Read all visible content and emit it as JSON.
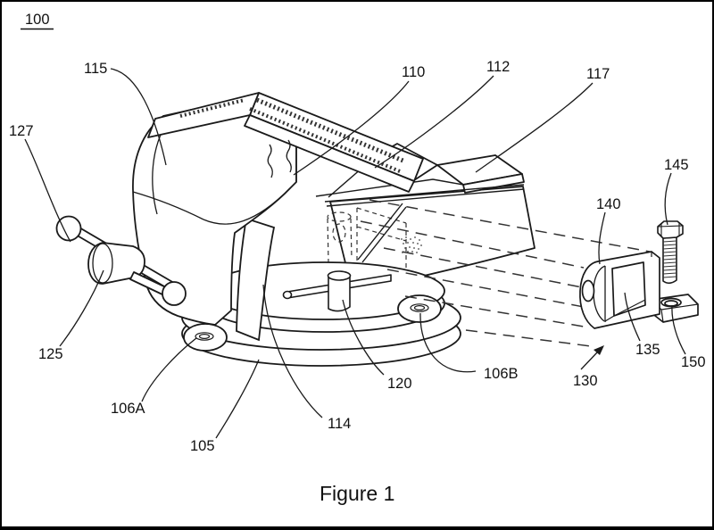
{
  "page": {
    "background": "#ffffff",
    "frame_color": "#000000",
    "ink_color": "#1a1a1a"
  },
  "figure": {
    "figure_ref": "100",
    "caption": "Figure 1",
    "labels": {
      "l100": "100",
      "l105": "105",
      "l106A": "106A",
      "l106B": "106B",
      "l110": "110",
      "l112": "112",
      "l114": "114",
      "l115": "115",
      "l117": "117",
      "l120": "120",
      "l125": "125",
      "l127": "127",
      "l130": "130",
      "l135": "135",
      "l140": "140",
      "l145": "145",
      "l150": "150"
    }
  }
}
